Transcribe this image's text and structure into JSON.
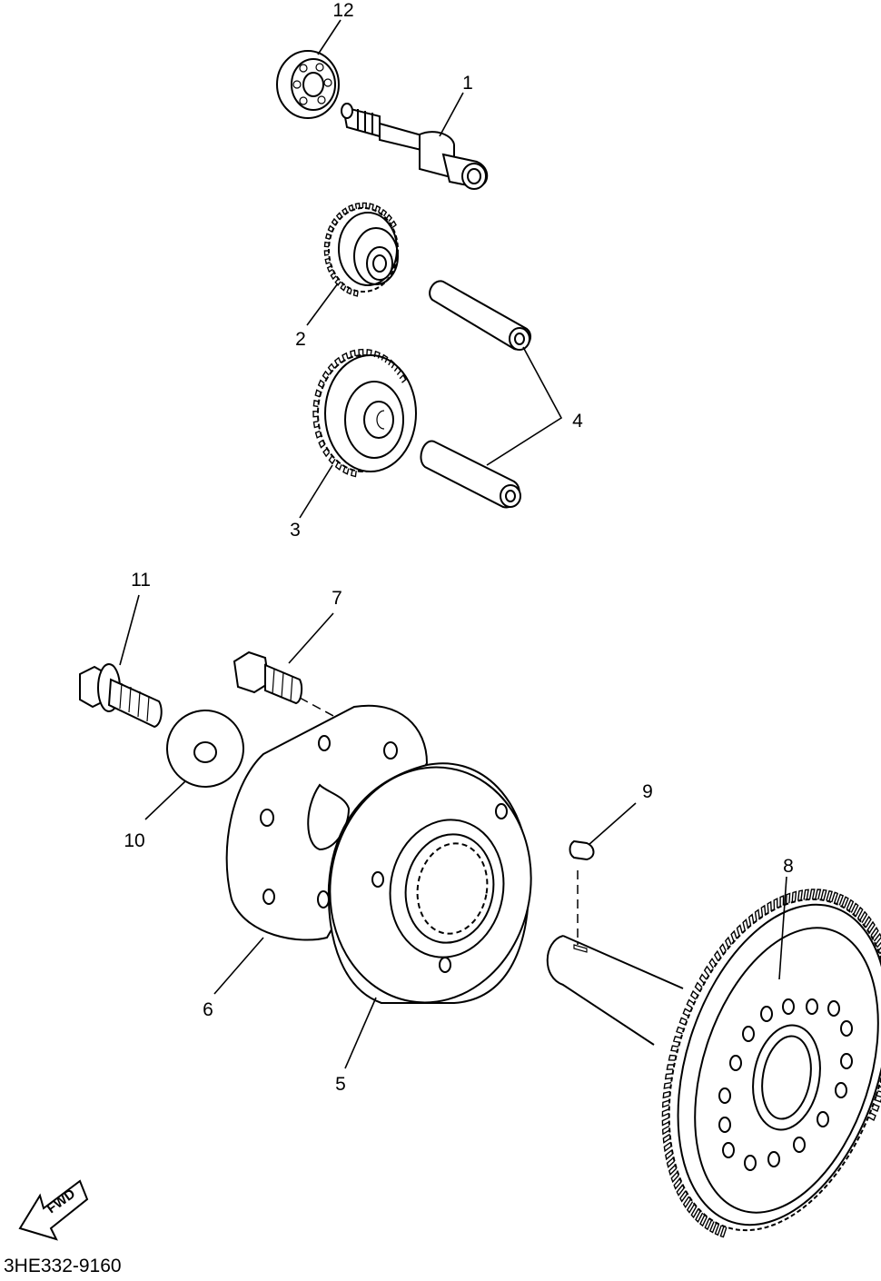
{
  "diagram": {
    "catalog_code": "3HE332-9160",
    "fwd_text": "FWD",
    "callouts": [
      "1",
      "2",
      "3",
      "4",
      "5",
      "6",
      "7",
      "8",
      "9",
      "10",
      "11",
      "12"
    ]
  }
}
